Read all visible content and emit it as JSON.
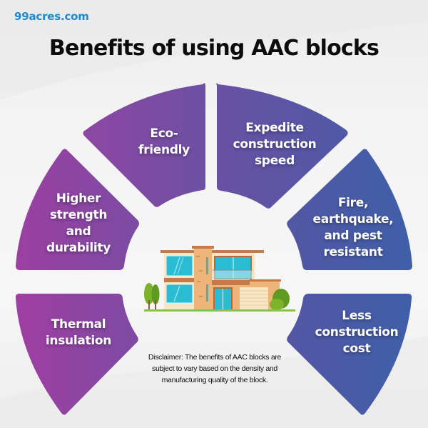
{
  "header": {
    "brand": "99acres.com",
    "title": "Benefits of using AAC blocks"
  },
  "segments": [
    {
      "id": "eco",
      "label_lines": [
        "Eco-",
        "friendly"
      ],
      "gradient": [
        "#8d47a3",
        "#6d4fa2"
      ]
    },
    {
      "id": "expedite",
      "label_lines": [
        "Expedite",
        "construction",
        "speed"
      ],
      "gradient": [
        "#6a50a4",
        "#5158a4"
      ]
    },
    {
      "id": "fire",
      "label_lines": [
        "Fire,",
        "earthquake,",
        "and pest",
        "resistant"
      ],
      "gradient": [
        "#5058a4",
        "#3f5fa8"
      ]
    },
    {
      "id": "cost",
      "label_lines": [
        "Less",
        "construction",
        "cost"
      ],
      "gradient": [
        "#5158a4",
        "#3f5fa8"
      ]
    },
    {
      "id": "thermal",
      "label_lines": [
        "Thermal",
        "insulation"
      ],
      "gradient": [
        "#9c3fa2",
        "#7f4ba3"
      ]
    },
    {
      "id": "strength",
      "label_lines": [
        "Higher",
        "strength",
        "and",
        "durability"
      ],
      "gradient": [
        "#9a40a2",
        "#7c4ba3"
      ]
    }
  ],
  "center": {
    "illustration": "modern-two-story-house-icon",
    "disclaimer": "Disclaimer: The benefits of AAC blocks are subject to vary based on the density and manufacturing quality of the block."
  },
  "colors": {
    "brand": "#1e88d0",
    "title": "#0c0c0c",
    "background": "#f3f3f3",
    "grass": "#8bc34a"
  }
}
